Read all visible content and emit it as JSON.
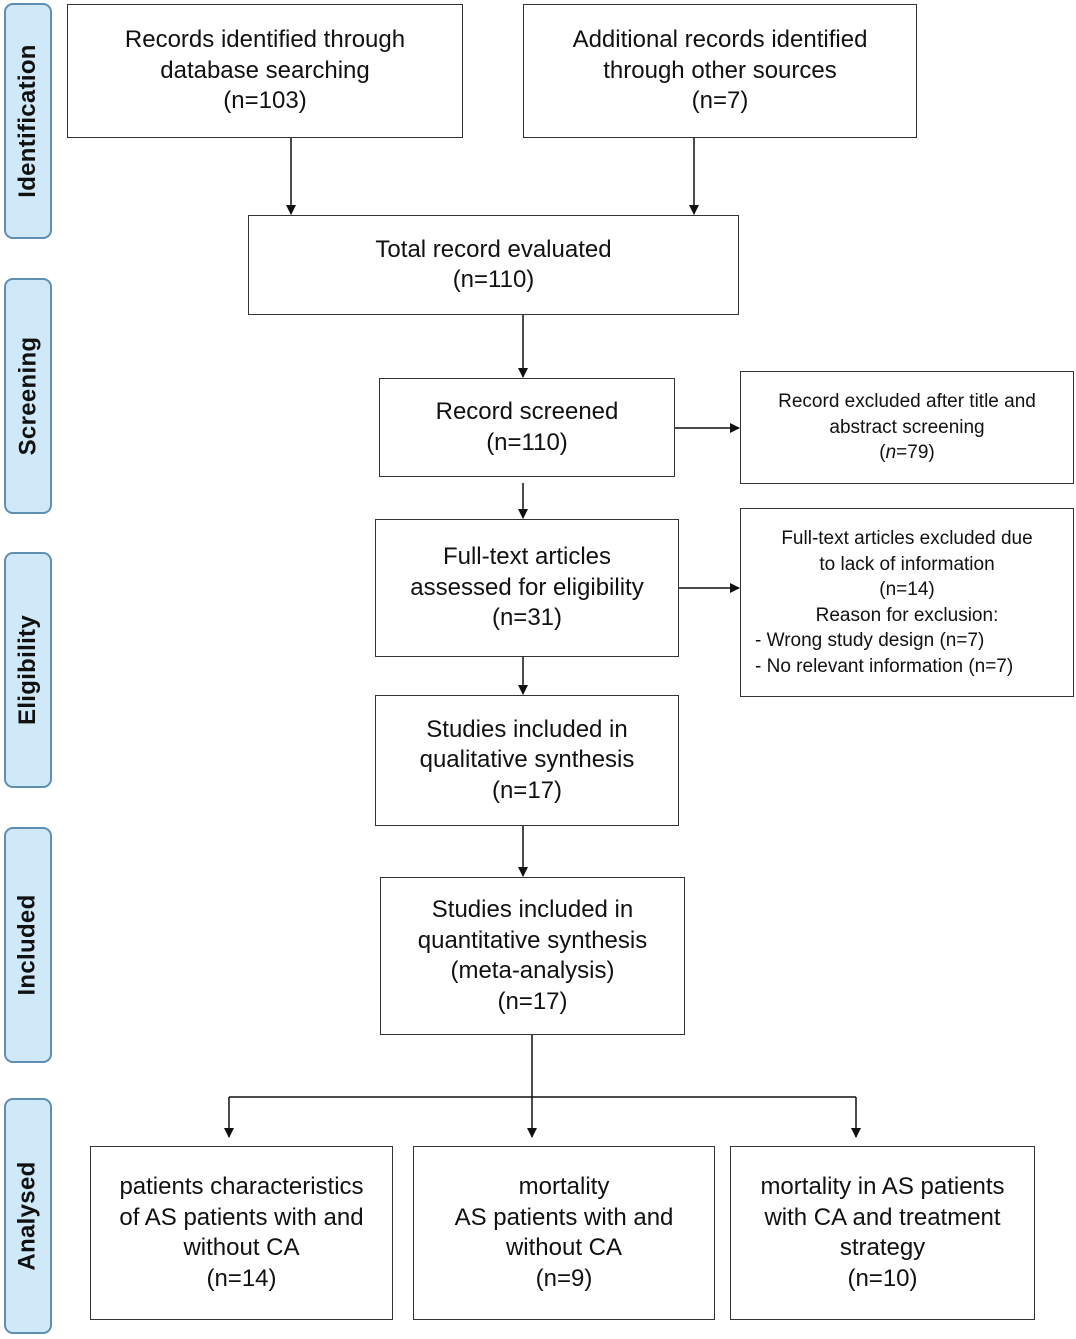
{
  "phases": {
    "identification": "Identification",
    "screening": "Screening",
    "eligibility": "Eligibility",
    "included": "Included",
    "analysed": "Analysed"
  },
  "boxes": {
    "database": [
      "Records identified through",
      "database searching",
      "(n=103)"
    ],
    "other_sources": [
      "Additional records identified",
      "through other sources",
      "(n=7)"
    ],
    "total": [
      "Total record evaluated",
      "(n=110)"
    ],
    "screened": [
      "Record screened",
      "(n=110)"
    ],
    "excluded_screening": {
      "lines": [
        "Record excluded after title and",
        "abstract screening"
      ],
      "count_var": "n",
      "count_rest": "=79"
    },
    "fulltext": [
      "Full-text articles",
      "assessed for eligibility",
      "(n=31)"
    ],
    "excluded_fulltext": [
      "Full-text articles excluded due",
      "to lack of information",
      "(n=14)",
      "Reason for exclusion:",
      "- Wrong study design (n=7)",
      "- No relevant information (n=7)"
    ],
    "qualitative": [
      "Studies included in",
      "qualitative synthesis",
      "(n=17)"
    ],
    "quantitative": [
      "Studies included in",
      "quantitative synthesis",
      "(meta-analysis)",
      "(n=17)"
    ],
    "characteristics": [
      "patients characteristics",
      "of AS patients with and",
      "without CA",
      "(n=14)"
    ],
    "mortality": [
      "mortality",
      "AS patients with and",
      "without CA",
      "(n=9)"
    ],
    "treatment": [
      "mortality in AS patients",
      "with CA and treatment",
      "strategy",
      "(n=10)"
    ]
  }
}
